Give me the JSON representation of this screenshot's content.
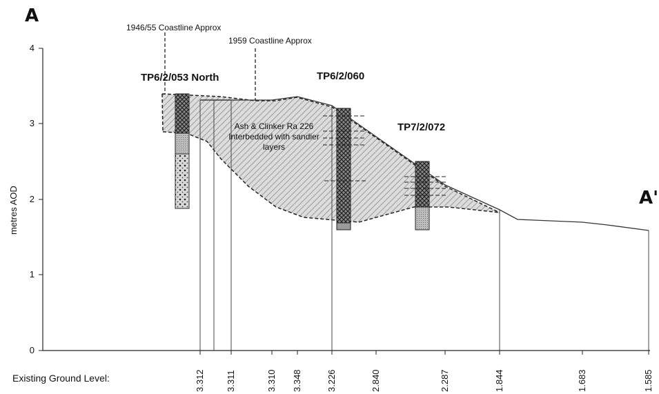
{
  "section": {
    "start_label": "A",
    "end_label": "A'",
    "y_axis_label": "metres AOD",
    "y_ticks": [
      "0",
      "1",
      "2",
      "3",
      "4"
    ],
    "ground_level_label": "Existing Ground Level:",
    "ground_levels": [
      "3.312",
      "3.311",
      "3.310",
      "3.348",
      "3.226",
      "2.840",
      "2.287",
      "1.844",
      "1.683",
      "1.585"
    ]
  },
  "coastlines": {
    "c1946": "1946/55 Coastline Approx",
    "c1959": "1959 Coastline Approx"
  },
  "trial_pits": {
    "tp1": "TP6/2/053 North",
    "tp2": "TP6/2/060",
    "tp3": "TP7/2/072"
  },
  "annotation": {
    "line1": "Ash & Clinker Ra 226",
    "line2": "Interbedded with sandier",
    "line3": "layers"
  },
  "colors": {
    "hatch_fill": "#d0d0d0",
    "line": "#222222"
  }
}
